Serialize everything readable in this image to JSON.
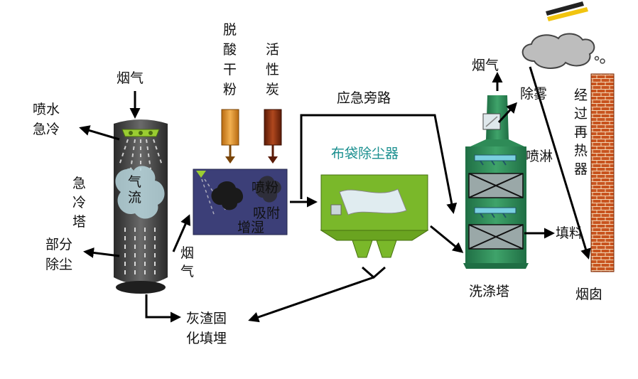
{
  "labels": {
    "flue_gas_top": "烟气",
    "water_spray_quench": [
      "喷水",
      "急冷"
    ],
    "quench_tower": [
      "急",
      "冷",
      "塔"
    ],
    "gas_flow": [
      "气",
      "流"
    ],
    "partial_dust": [
      "部分",
      "除尘"
    ],
    "flue_gas_mid": [
      "烟",
      "气"
    ],
    "deacid_powder": [
      "脱",
      "酸",
      "干",
      "粉"
    ],
    "activated_carbon": [
      "活",
      "性",
      "炭"
    ],
    "spray_powder": "喷粉",
    "adsorption": "吸附",
    "humidify": "增湿",
    "emergency_bypass": "应急旁路",
    "bag_filter": "布袋除尘器",
    "ash_solidify": [
      "灰渣固",
      "化填埋"
    ],
    "flue_gas_right": "烟气",
    "demist": "除雾",
    "spray": "喷淋",
    "packing": "填料",
    "scrubber": "洗涤塔",
    "reheater": [
      "经",
      "过",
      "再",
      "热",
      "器"
    ],
    "chimney": "烟囱"
  },
  "colors": {
    "tower_dark": "#3a3a3a",
    "tower_mid": "#5a5a5a",
    "reactor_blue": "#3c3f78",
    "bag_green": "#7ab82a",
    "scrubber_green": "#2e8b57",
    "chimney_brick": "#c8541f",
    "hopper_orange": "#e08a1c",
    "hopper_brown": "#8a2e0e",
    "teal_text": "#1a8f8f",
    "nozzle_green": "#9acd32"
  }
}
